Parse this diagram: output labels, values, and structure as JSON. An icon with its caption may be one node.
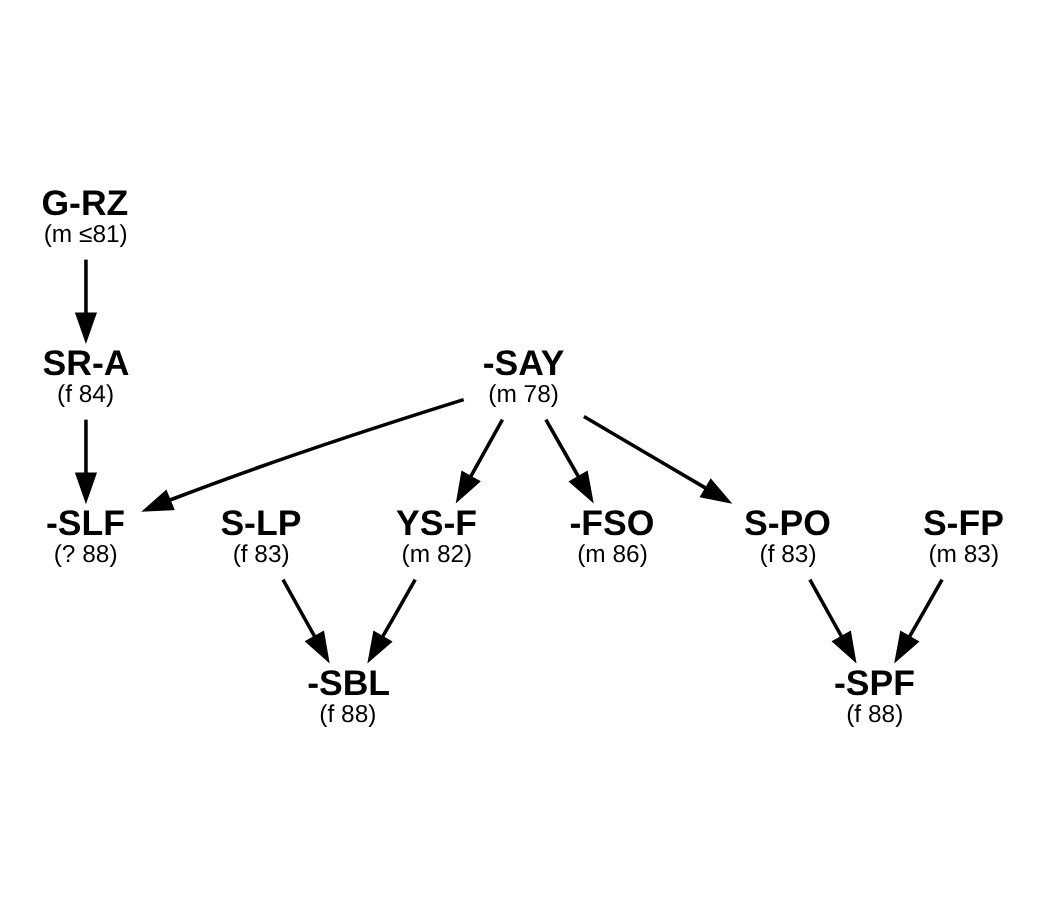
{
  "diagram": {
    "nodes": [
      {
        "text": [
          "G-RZ",
          "(m ≤81)"
        ]
      },
      {
        "text": [
          "SR-A",
          "(f 84)"
        ]
      },
      {
        "text": [
          "-SAY",
          "(m 78)"
        ]
      },
      {
        "text": [
          "-SLF",
          "(? 88)"
        ]
      },
      {
        "text": [
          "YS-F",
          "(m 82)"
        ]
      },
      {
        "text": [
          "S-PO",
          "(f 83)"
        ]
      },
      {
        "text": [
          "-FSO",
          "(m 86)"
        ]
      },
      {
        "text": [
          "S-LP",
          "(f 83)"
        ]
      },
      {
        "text": [
          "S-FP",
          "(m 83)"
        ]
      },
      {
        "text": [
          "-SBL",
          "(f 88)"
        ]
      },
      {
        "text": [
          "-SPF",
          "(f 88)"
        ]
      }
    ],
    "edges": [
      {
        "from": 0,
        "to": 1,
        "arrow": "to"
      },
      {
        "from": 1,
        "to": 3,
        "arrow": "to"
      },
      {
        "from": 2,
        "to": 3,
        "arrow": "to"
      },
      {
        "from": 2,
        "to": 4,
        "arrow": "to"
      },
      {
        "from": 2,
        "to": 5,
        "arrow": "to"
      },
      {
        "from": 2,
        "to": 6,
        "arrow": "to"
      },
      {
        "from": 4,
        "to": 9,
        "arrow": "to"
      },
      {
        "from": 7,
        "to": 9,
        "arrow": "to"
      },
      {
        "from": 5,
        "to": 10,
        "arrow": "to"
      },
      {
        "from": 8,
        "to": 10,
        "arrow": "to"
      }
    ]
  }
}
